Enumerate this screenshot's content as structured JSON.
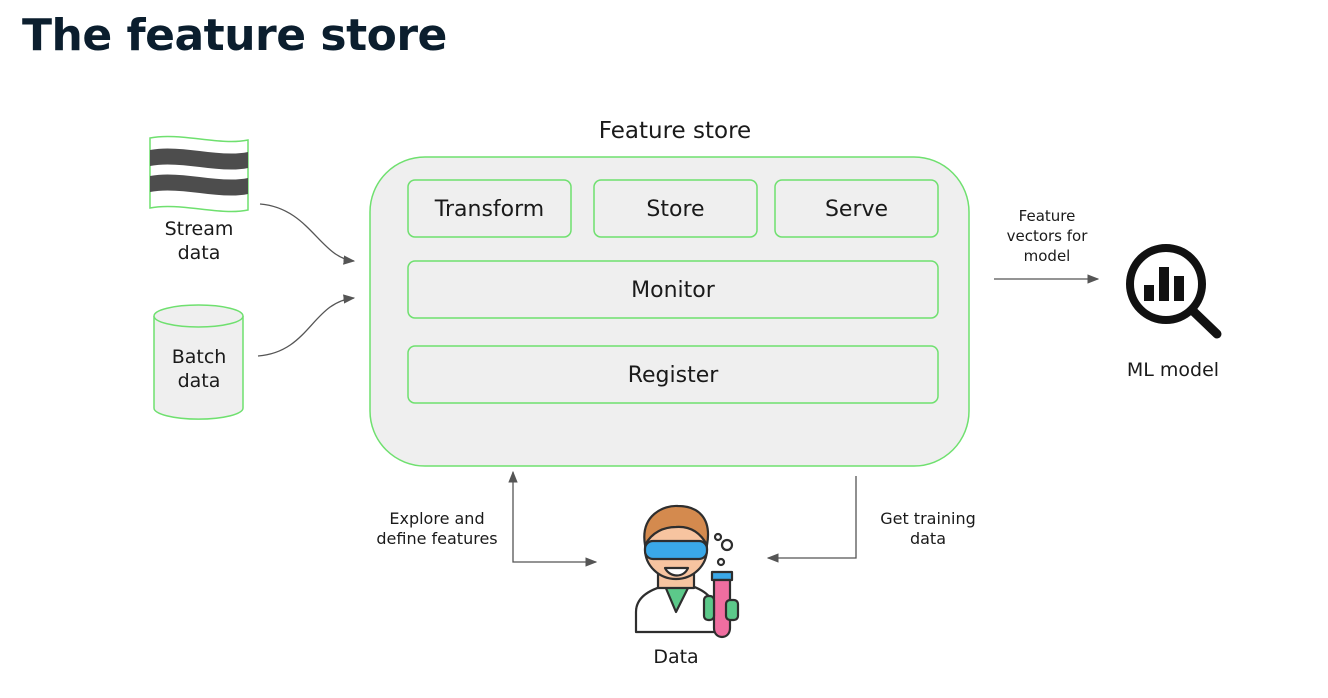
{
  "page": {
    "title": "The feature store"
  },
  "feature_store": {
    "title": "Feature store",
    "components": {
      "transform": "Transform",
      "store": "Store",
      "serve": "Serve",
      "monitor": "Monitor",
      "register": "Register"
    }
  },
  "inputs": {
    "stream": {
      "line1": "Stream",
      "line2": "data"
    },
    "batch": {
      "line1": "Batch",
      "line2": "data"
    }
  },
  "output": {
    "edge_label": {
      "line1": "Feature",
      "line2": "vectors for",
      "line3": "model"
    },
    "model_label": "ML model"
  },
  "data_scientist": {
    "label_line1": "Data",
    "explore": {
      "line1": "Explore and",
      "line2": "define features"
    },
    "training": {
      "line1": "Get training",
      "line2": "data"
    }
  },
  "colors": {
    "box_fill": "#efefef",
    "box_border": "#6fe06f",
    "stripe": "#4d4d4d",
    "arrow": "#555555",
    "title": "#0b1e2e"
  },
  "icons": {
    "stream": "stream-data-icon",
    "batch": "database-cylinder-icon",
    "model": "magnifier-chart-icon",
    "scientist": "scientist-icon"
  }
}
